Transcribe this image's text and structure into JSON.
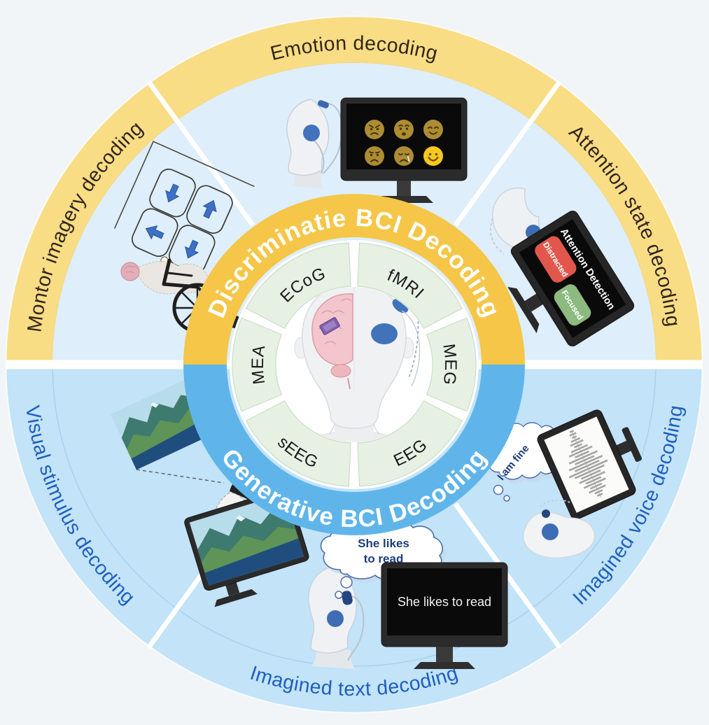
{
  "banners": {
    "top": "Discriminatie BCI Decoding",
    "bottom": "Generative BCI Decoding"
  },
  "outer_ring": {
    "motor_imagery": "Montor imagery decoding",
    "emotion": "Emotion decoding",
    "attention": "Attention state decoding",
    "visual_stimulus": "Visual stimulus decoding",
    "imagined_text": "Imagined text decoding",
    "imagined_voice": "Imagined voice decoding"
  },
  "modality_ring": {
    "ecog": "ECoG",
    "fmri": "fMRI",
    "meg": "MEG",
    "eeg": "EEG",
    "seeg": "sEEG",
    "mea": "MEA"
  },
  "illustrations": {
    "attention_monitor": {
      "title": "Attention Detection",
      "distracted": "Distracted",
      "focused": "Focused"
    },
    "imagined_text": {
      "thought_line1": "She likes",
      "thought_line2": "to read",
      "monitor_text": "She likes to read"
    },
    "imagined_voice": {
      "thought_text": "I am fine"
    }
  },
  "colors": {
    "top_band": "#F8DD85",
    "top_inner": "#FBF1D0",
    "bottom_band": "#C2E3F8",
    "bottom_inner": "#DEEEFA",
    "banner_gold": "#F5C647",
    "banner_blue": "#5FB5EA",
    "modality_green": "#E6F1E4",
    "distracted_red": "#E2574C",
    "focused_green": "#8CBA80",
    "electrode_blue": "#3F6DB5",
    "page_background": "#F2F5F8"
  }
}
